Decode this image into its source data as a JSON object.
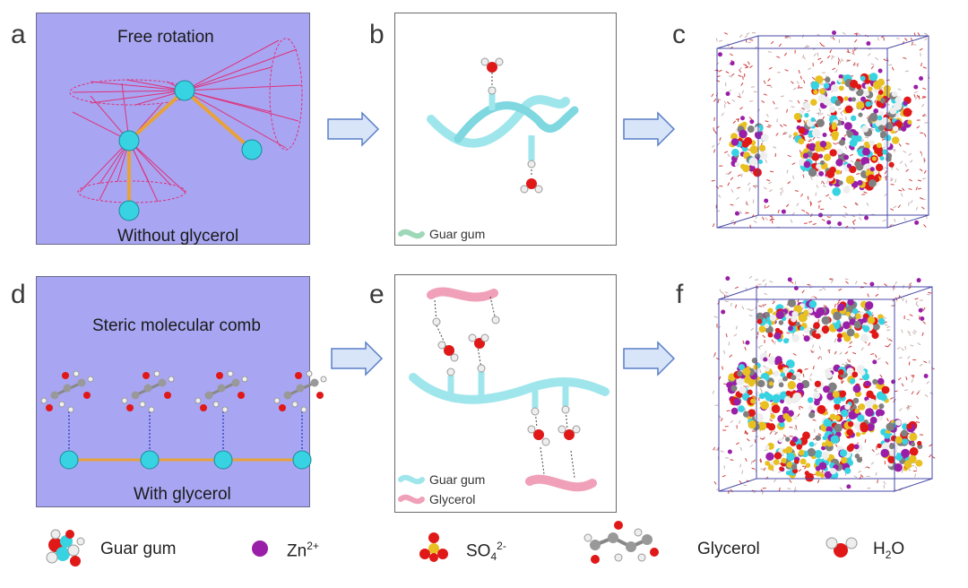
{
  "panels": {
    "a": {
      "letter": "a",
      "top_text": "Free rotation",
      "bottom_text": "Without glycerol"
    },
    "b": {
      "letter": "b",
      "legend_label": "Guar gum"
    },
    "c": {
      "letter": "c"
    },
    "d": {
      "letter": "d",
      "top_text": "Steric molecular comb",
      "bottom_text": "With glycerol"
    },
    "e": {
      "letter": "e",
      "legend_guar": "Guar gum",
      "legend_glycerol": "Glycerol"
    },
    "f": {
      "letter": "f"
    }
  },
  "legend": {
    "guar": "Guar gum",
    "zn_base": "Zn",
    "zn_sup": "2+",
    "so4_base": "SO",
    "so4_sub": "4",
    "so4_sup": "2-",
    "glycerol": "Glycerol",
    "h2o_h": "H",
    "h2o_sub": "2",
    "h2o_o": "O"
  },
  "colors": {
    "lavender": "#a8a6f2",
    "cyan": "#37d3e3",
    "magenta": "#e0307a",
    "orange": "#e8a23a",
    "oxygen": "#e01818",
    "zinc": "#9a1fa8",
    "sulfur": "#e8c020",
    "pink_strand": "#f0a0b8",
    "cyan_strand": "#9fe6ec",
    "arrow_fill": "#d8e4f8",
    "arrow_stroke": "#5a7fc8"
  }
}
